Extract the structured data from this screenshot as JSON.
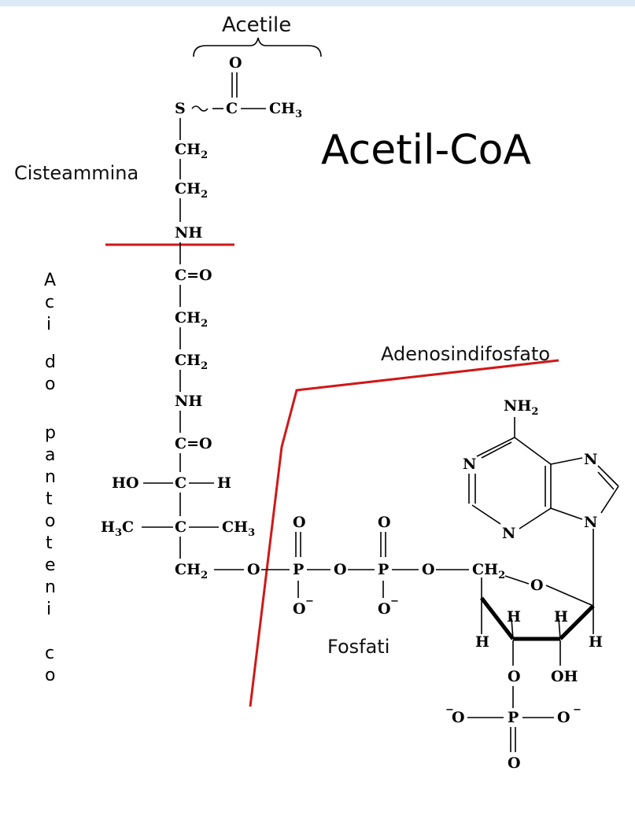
{
  "title": "Acetil-CoA",
  "labels": {
    "acetile": "Acetile",
    "cisteammina": "Cisteammina",
    "acido_pantotenico": "Acido pantotenico",
    "adenosindifosfato": "Adenosindifosfato",
    "fosfati": "Fosfati"
  },
  "atoms": {
    "s": "S",
    "c": "C",
    "o": "O",
    "ch": "CH",
    "nh": "NH",
    "n": "N",
    "h": "H",
    "p": "P",
    "ho": "HO",
    "oh": "OH",
    "h3c": "H",
    "c_eq_o": "C=O"
  },
  "subscripts": {
    "two": "2",
    "three": "3"
  },
  "charges": {
    "minus": "−"
  },
  "colors": {
    "divider": "#d01818",
    "ink": "#000000",
    "topbar": "#dceaf7"
  }
}
